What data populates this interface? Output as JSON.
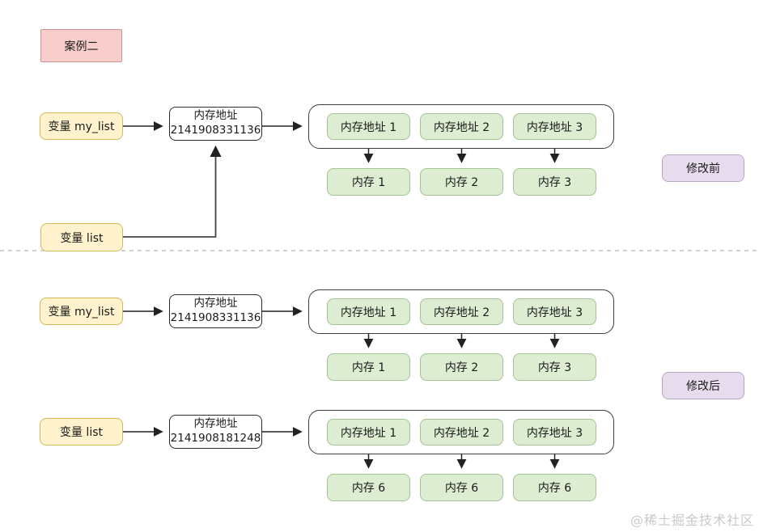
{
  "diagram": {
    "title": "案例二",
    "watermark": "@稀土掘金技术社区",
    "badge_before": "修改前",
    "badge_after": "修改后",
    "groups": {
      "before": {
        "var_my_list": "变量 my_list",
        "var_list": "变量 list",
        "addr": {
          "line1": "内存地址",
          "line2": "2141908331136"
        },
        "addr_cells": [
          "内存地址 1",
          "内存地址 2",
          "内存地址 3"
        ],
        "mem_cells": [
          "内存 1",
          "内存 2",
          "内存 3"
        ]
      },
      "after_my_list": {
        "var": "变量 my_list",
        "addr": {
          "line1": "内存地址",
          "line2": "2141908331136"
        },
        "addr_cells": [
          "内存地址 1",
          "内存地址 2",
          "内存地址 3"
        ],
        "mem_cells": [
          "内存 1",
          "内存 2",
          "内存 3"
        ]
      },
      "after_list": {
        "var": "变量 list",
        "addr": {
          "line1": "内存地址",
          "line2": "2141908181248"
        },
        "addr_cells": [
          "内存地址 1",
          "内存地址 2",
          "内存地址 3"
        ],
        "mem_cells": [
          "内存 6",
          "内存 6",
          "内存 6"
        ]
      }
    },
    "colors": {
      "pink_fill": "#f8cecc",
      "pink_border": "#cf9193",
      "yellow_fill": "#fff2cc",
      "yellow_border": "#d6b656",
      "green_fill": "#dcedd2",
      "green_border": "#a2c492",
      "purple_fill": "#e7dced",
      "purple_border": "#b8a5c6",
      "connector": "#333333",
      "divider": "#d0d0d0",
      "watermark": "#c9c9c9"
    }
  }
}
